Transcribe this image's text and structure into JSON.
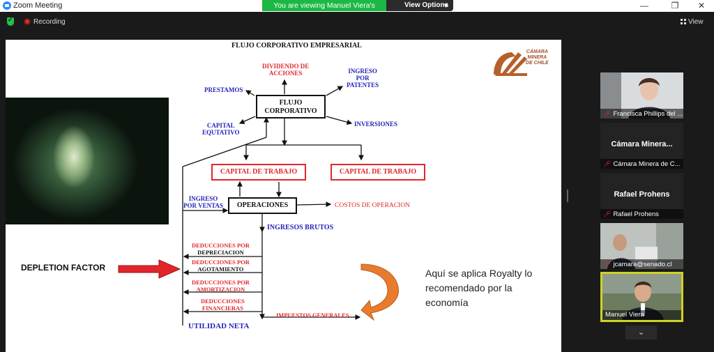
{
  "window": {
    "title": "Zoom Meeting",
    "minimize": "—",
    "maximize": "❐",
    "close": "✕"
  },
  "share_banner": {
    "text": "You are viewing Manuel Viera's screen",
    "view_options_label": "View Options",
    "chevron_icon": "chevron-down-icon"
  },
  "toolbar": {
    "recording_label": "Recording",
    "view_label": "View",
    "security_icon": "shield-icon",
    "recording_icon": "record-dot-icon",
    "view_icon": "grid-view-icon"
  },
  "slide": {
    "title": "FLUJO CORPORATIVO EMPRESARIAL",
    "logo_lines": [
      "CÁMARA",
      "MINERA",
      "DE CHILE"
    ],
    "center_box_lines": [
      "FLUJO",
      "CORPORATIVO"
    ],
    "dividendo": [
      "DIVIDENDO DE",
      "ACCIONES"
    ],
    "ingreso_patentes": [
      "INGRESO",
      "POR",
      "PATENTES"
    ],
    "prestamos": "PRESTAMOS",
    "capital_equitativo": [
      "CAPITAL",
      "EQUTATIVO"
    ],
    "inversiones": "INVERSIONES",
    "capital_trabajo_1": "CAPITAL DE TRABAJO",
    "capital_trabajo_2": "CAPITAL DE TRABAJO",
    "ingreso_ventas": [
      "INGRESO",
      "POR VENTAS"
    ],
    "operaciones": "OPERACIONES",
    "costos": "COSTOS DE OPERACION",
    "ingresos_brutos": "INGRESOS BRUTOS",
    "ded_depreciacion": [
      "DEDUCCIONES POR",
      "DEPRECIACION"
    ],
    "ded_agotamiento": [
      "DEDUCCIONES POR",
      "AGOTAMIENTO"
    ],
    "ded_amortizacion": [
      "DEDUCCIONES POR",
      "AMORTIZACION"
    ],
    "ded_financieras": [
      "DEDUCCIONES",
      "FINANCIERAS"
    ],
    "impuestos": "IMPUESTOS GENERALES",
    "utilidad": "UTILIDAD NETA",
    "depletion": "DEPLETION FACTOR",
    "royalty": "Aquí se aplica Royalty  lo recomendado por la economía"
  },
  "participants": [
    {
      "name": "Francisca Phillips del ...",
      "big_name": "",
      "video": true,
      "muted": true
    },
    {
      "name": "Cámara Minera de C...",
      "big_name": "Cámara  Minera...",
      "video": false,
      "muted": true
    },
    {
      "name": "Rafael Prohens",
      "big_name": "Rafael Prohens",
      "video": false,
      "muted": true
    },
    {
      "name": "jcamara@senado.cl",
      "big_name": "",
      "video": true,
      "muted": true
    },
    {
      "name": "Manuel Viera",
      "big_name": "",
      "video": true,
      "muted": false,
      "active_speaker": true
    }
  ],
  "colors": {
    "banner_green": "#1cb845",
    "slide_red": "#e0262b",
    "slide_blue": "#2424b8",
    "active_border": "#cfd323"
  }
}
